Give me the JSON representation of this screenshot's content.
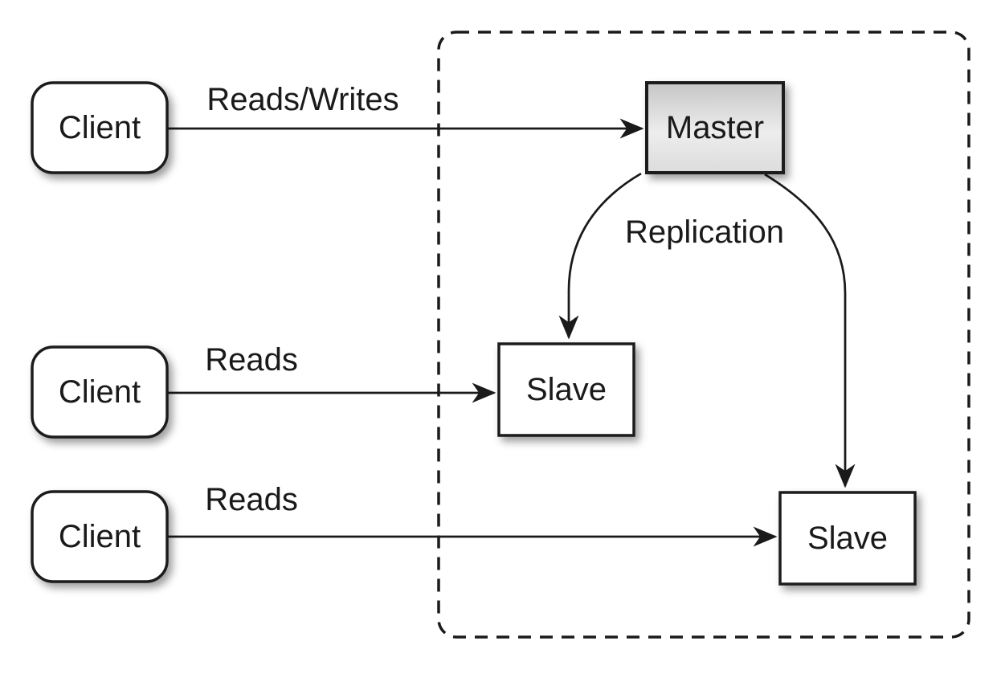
{
  "diagram": {
    "description": "Master-slave database replication architecture",
    "nodes": {
      "clients": [
        {
          "label": "Client"
        },
        {
          "label": "Client"
        },
        {
          "label": "Client"
        }
      ],
      "master": {
        "label": "Master"
      },
      "slaves": [
        {
          "label": "Slave"
        },
        {
          "label": "Slave"
        }
      ]
    },
    "edges": [
      {
        "from": "client-1",
        "to": "master",
        "label": "Reads/Writes"
      },
      {
        "from": "client-2",
        "to": "slave-1",
        "label": "Reads"
      },
      {
        "from": "client-3",
        "to": "slave-2",
        "label": "Reads"
      },
      {
        "from": "master",
        "to": "slave-1",
        "label": "Replication"
      },
      {
        "from": "master",
        "to": "slave-2",
        "label": ""
      }
    ],
    "colors": {
      "stroke": "#1a1a1a",
      "node_fill": "#ffffff",
      "master_gradient_top": "#c6c6c6",
      "master_gradient_mid": "#ededed",
      "master_gradient_bottom": "#dcdcdc",
      "background": "#ffffff"
    }
  }
}
